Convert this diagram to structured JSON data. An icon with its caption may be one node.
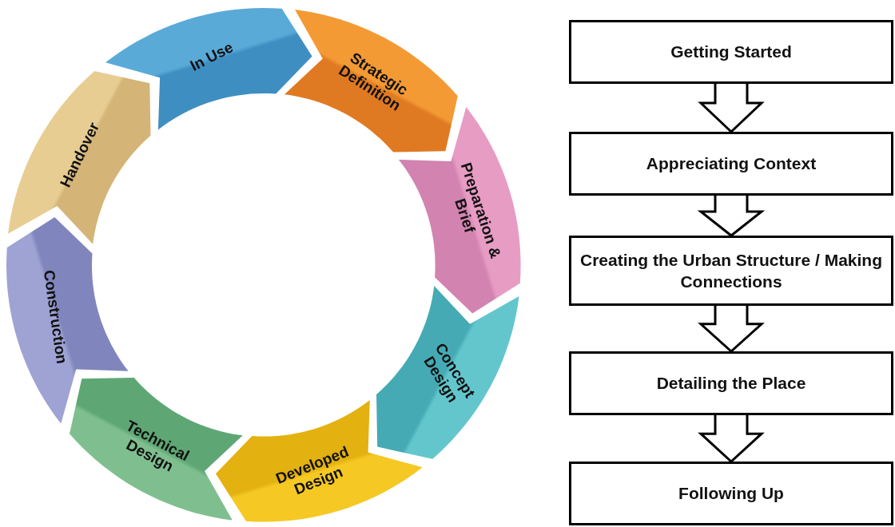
{
  "diagram": {
    "nodes": [
      {
        "text": [
          "In Use"
        ]
      },
      {
        "text": [
          "Strategic Definition"
        ]
      },
      {
        "text": [
          "Preparation & Brief"
        ]
      },
      {
        "text": [
          "Concept Design"
        ]
      },
      {
        "text": [
          "Developed Design"
        ]
      },
      {
        "text": [
          "Technical Design"
        ]
      },
      {
        "text": [
          "Construction"
        ]
      },
      {
        "text": [
          "Handover"
        ]
      },
      {
        "text": [
          "Getting Started"
        ]
      },
      {
        "text": [
          "Appreciating Context"
        ]
      },
      {
        "text": [
          "Creating the Urban Structure / Making Connections"
        ]
      },
      {
        "text": [
          "Detailing the Place"
        ]
      },
      {
        "text": [
          "Following Up"
        ]
      }
    ],
    "edges": [
      {
        "from": 8,
        "to": 9,
        "arrow": "to"
      },
      {
        "from": 9,
        "to": 10,
        "arrow": "to"
      },
      {
        "from": 10,
        "to": 11,
        "arrow": "to"
      },
      {
        "from": 11,
        "to": 12,
        "arrow": "to"
      }
    ]
  }
}
